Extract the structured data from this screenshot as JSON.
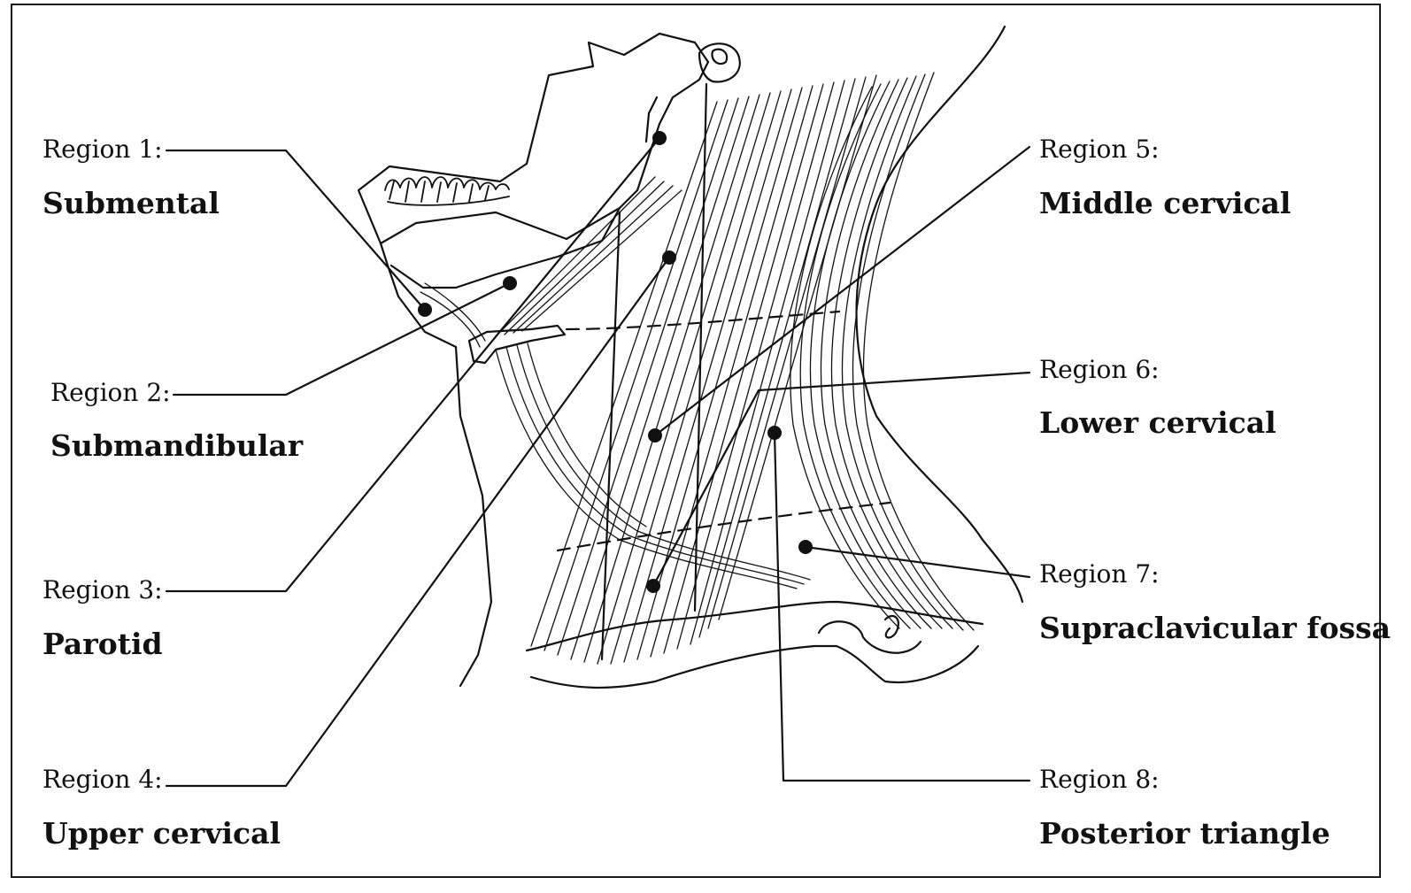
{
  "regions": [
    {
      "number": "Region 1:",
      "name": "Submental"
    },
    {
      "number": "Region 2:",
      "name": "Submandibular"
    },
    {
      "number": "Region 3:",
      "name": "Parotid"
    },
    {
      "number": "Region 4:",
      "name": "Upper cervical"
    },
    {
      "number": "Region 5:",
      "name": "Middle cervical"
    },
    {
      "number": "Region 6:",
      "name": "Lower cervical"
    },
    {
      "number": "Region 7:",
      "name": "Supraclavicular fossa"
    },
    {
      "number": "Region 8:",
      "name": "Posterior triangle"
    }
  ]
}
